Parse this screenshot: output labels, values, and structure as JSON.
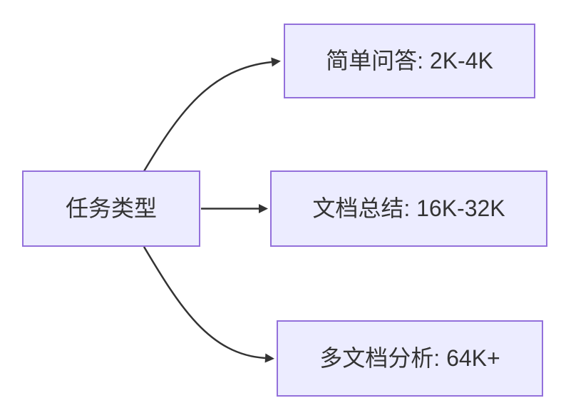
{
  "diagram": {
    "type": "flowchart-left-to-right",
    "colors": {
      "background": "#ffffff",
      "node_fill": "#ECECFF",
      "node_border": "#9370DB",
      "edge_stroke": "#333333",
      "text": "#333333"
    },
    "root": {
      "label": "任务类型"
    },
    "branches": [
      {
        "label": "简单问答: 2K-4K"
      },
      {
        "label": "文档总结: 16K-32K"
      },
      {
        "label": "多文档分析: 64K+"
      }
    ],
    "edges": [
      {
        "from": "任务类型",
        "to": "简单问答: 2K-4K"
      },
      {
        "from": "任务类型",
        "to": "文档总结: 16K-32K"
      },
      {
        "from": "任务类型",
        "to": "多文档分析: 64K+"
      }
    ]
  }
}
